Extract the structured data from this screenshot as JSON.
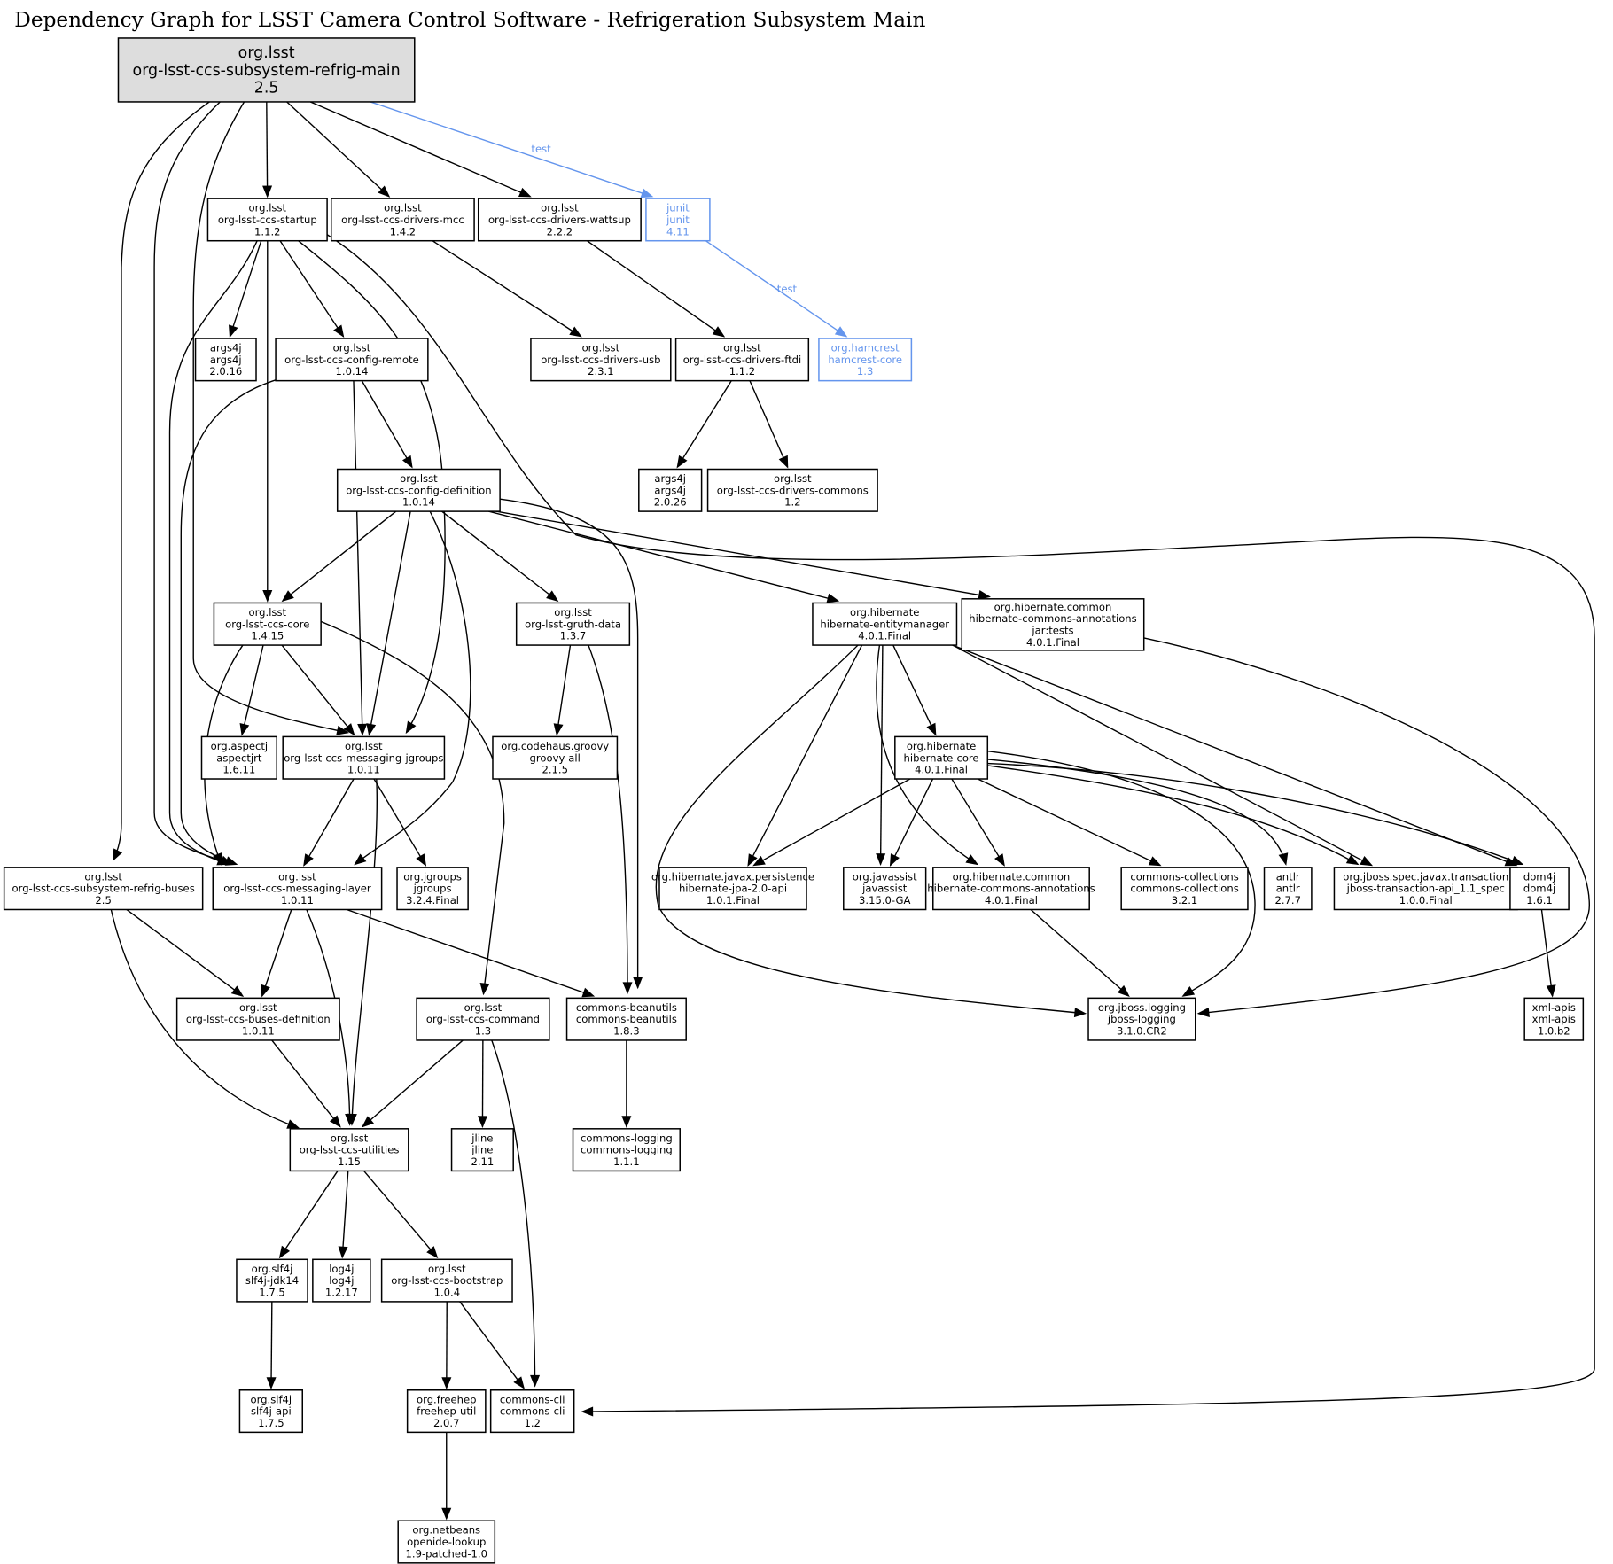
{
  "title": "Dependency Graph for LSST Camera Control Software - Refrigeration Subsystem Main",
  "colors": {
    "root_fill": "#dddddd",
    "test_scope": "#6495ed",
    "default": "#000000"
  },
  "nodes": [
    {
      "id": "root",
      "lines": [
        "org.lsst",
        "org-lsst-ccs-subsystem-refrig-main",
        "2.5"
      ],
      "root": true
    },
    {
      "id": "startup",
      "lines": [
        "org.lsst",
        "org-lsst-ccs-startup",
        "1.1.2"
      ]
    },
    {
      "id": "mcc",
      "lines": [
        "org.lsst",
        "org-lsst-ccs-drivers-mcc",
        "1.4.2"
      ]
    },
    {
      "id": "wattsup",
      "lines": [
        "org.lsst",
        "org-lsst-ccs-drivers-wattsup",
        "2.2.2"
      ]
    },
    {
      "id": "junit",
      "lines": [
        "junit",
        "junit",
        "4.11"
      ],
      "scope": "test"
    },
    {
      "id": "args4j16",
      "lines": [
        "args4j",
        "args4j",
        "2.0.16"
      ]
    },
    {
      "id": "configremote",
      "lines": [
        "org.lsst",
        "org-lsst-ccs-config-remote",
        "1.0.14"
      ]
    },
    {
      "id": "usb",
      "lines": [
        "org.lsst",
        "org-lsst-ccs-drivers-usb",
        "2.3.1"
      ]
    },
    {
      "id": "ftdi",
      "lines": [
        "org.lsst",
        "org-lsst-ccs-drivers-ftdi",
        "1.1.2"
      ]
    },
    {
      "id": "hamcrest",
      "lines": [
        "org.hamcrest",
        "hamcrest-core",
        "1.3"
      ],
      "scope": "test"
    },
    {
      "id": "configdef",
      "lines": [
        "org.lsst",
        "org-lsst-ccs-config-definition",
        "1.0.14"
      ]
    },
    {
      "id": "args4j26",
      "lines": [
        "args4j",
        "args4j",
        "2.0.26"
      ]
    },
    {
      "id": "driverscommons",
      "lines": [
        "org.lsst",
        "org-lsst-ccs-drivers-commons",
        "1.2"
      ]
    },
    {
      "id": "core",
      "lines": [
        "org.lsst",
        "org-lsst-ccs-core",
        "1.4.15"
      ]
    },
    {
      "id": "gruth",
      "lines": [
        "org.lsst",
        "org-lsst-gruth-data",
        "1.3.7"
      ]
    },
    {
      "id": "entitymanager",
      "lines": [
        "org.hibernate",
        "hibernate-entitymanager",
        "4.0.1.Final"
      ]
    },
    {
      "id": "annotationstests",
      "lines": [
        "org.hibernate.common",
        "hibernate-commons-annotations",
        "jar:tests",
        "4.0.1.Final"
      ]
    },
    {
      "id": "aspectj",
      "lines": [
        "org.aspectj",
        "aspectjrt",
        "1.6.11"
      ]
    },
    {
      "id": "jgroupsmsg",
      "lines": [
        "org.lsst",
        "org-lsst-ccs-messaging-jgroups",
        "1.0.11"
      ]
    },
    {
      "id": "groovy",
      "lines": [
        "org.codehaus.groovy",
        "groovy-all",
        "2.1.5"
      ]
    },
    {
      "id": "hibcore",
      "lines": [
        "org.hibernate",
        "hibernate-core",
        "4.0.1.Final"
      ]
    },
    {
      "id": "buses",
      "lines": [
        "org.lsst",
        "org-lsst-ccs-subsystem-refrig-buses",
        "2.5"
      ]
    },
    {
      "id": "msglayer",
      "lines": [
        "org.lsst",
        "org-lsst-ccs-messaging-layer",
        "1.0.11"
      ]
    },
    {
      "id": "jgroups",
      "lines": [
        "org.jgroups",
        "jgroups",
        "3.2.4.Final"
      ]
    },
    {
      "id": "jpa",
      "lines": [
        "org.hibernate.javax.persistence",
        "hibernate-jpa-2.0-api",
        "1.0.1.Final"
      ]
    },
    {
      "id": "javassist",
      "lines": [
        "org.javassist",
        "javassist",
        "3.15.0-GA"
      ]
    },
    {
      "id": "annotations",
      "lines": [
        "org.hibernate.common",
        "hibernate-commons-annotations",
        "4.0.1.Final"
      ]
    },
    {
      "id": "collections",
      "lines": [
        "commons-collections",
        "commons-collections",
        "3.2.1"
      ]
    },
    {
      "id": "antlr",
      "lines": [
        "antlr",
        "antlr",
        "2.7.7"
      ]
    },
    {
      "id": "jta",
      "lines": [
        "org.jboss.spec.javax.transaction",
        "jboss-transaction-api_1.1_spec",
        "1.0.0.Final"
      ]
    },
    {
      "id": "dom4j",
      "lines": [
        "dom4j",
        "dom4j",
        "1.6.1"
      ]
    },
    {
      "id": "busesdef",
      "lines": [
        "org.lsst",
        "org-lsst-ccs-buses-definition",
        "1.0.11"
      ]
    },
    {
      "id": "command",
      "lines": [
        "org.lsst",
        "org-lsst-ccs-command",
        "1.3"
      ]
    },
    {
      "id": "beanutils",
      "lines": [
        "commons-beanutils",
        "commons-beanutils",
        "1.8.3"
      ]
    },
    {
      "id": "jbosslogging",
      "lines": [
        "org.jboss.logging",
        "jboss-logging",
        "3.1.0.CR2"
      ]
    },
    {
      "id": "xmlapis",
      "lines": [
        "xml-apis",
        "xml-apis",
        "1.0.b2"
      ]
    },
    {
      "id": "utilities",
      "lines": [
        "org.lsst",
        "org-lsst-ccs-utilities",
        "1.15"
      ]
    },
    {
      "id": "jline",
      "lines": [
        "jline",
        "jline",
        "2.11"
      ]
    },
    {
      "id": "commonslogging",
      "lines": [
        "commons-logging",
        "commons-logging",
        "1.1.1"
      ]
    },
    {
      "id": "slf4jjdk",
      "lines": [
        "org.slf4j",
        "slf4j-jdk14",
        "1.7.5"
      ]
    },
    {
      "id": "log4j",
      "lines": [
        "log4j",
        "log4j",
        "1.2.17"
      ]
    },
    {
      "id": "bootstrap",
      "lines": [
        "org.lsst",
        "org-lsst-ccs-bootstrap",
        "1.0.4"
      ]
    },
    {
      "id": "slf4japi",
      "lines": [
        "org.slf4j",
        "slf4j-api",
        "1.7.5"
      ]
    },
    {
      "id": "freehep",
      "lines": [
        "org.freehep",
        "freehep-util",
        "2.0.7"
      ]
    },
    {
      "id": "commonscli",
      "lines": [
        "commons-cli",
        "commons-cli",
        "1.2"
      ]
    },
    {
      "id": "netbeans",
      "lines": [
        "org.netbeans",
        "openide-lookup",
        "1.9-patched-1.0"
      ]
    }
  ],
  "edges": [
    {
      "from": "root",
      "to": "startup"
    },
    {
      "from": "root",
      "to": "mcc"
    },
    {
      "from": "root",
      "to": "wattsup"
    },
    {
      "from": "root",
      "to": "junit",
      "scope": "test",
      "label": "test"
    },
    {
      "from": "root",
      "to": "buses"
    },
    {
      "from": "root",
      "to": "msglayer"
    },
    {
      "from": "root",
      "to": "jgroupsmsg"
    },
    {
      "from": "junit",
      "to": "hamcrest",
      "scope": "test",
      "label": "test"
    },
    {
      "from": "startup",
      "to": "args4j16"
    },
    {
      "from": "startup",
      "to": "configremote"
    },
    {
      "from": "startup",
      "to": "core"
    },
    {
      "from": "startup",
      "to": "msglayer"
    },
    {
      "from": "startup",
      "to": "jgroupsmsg"
    },
    {
      "from": "startup",
      "to": "commonscli"
    },
    {
      "from": "mcc",
      "to": "usb"
    },
    {
      "from": "wattsup",
      "to": "ftdi"
    },
    {
      "from": "ftdi",
      "to": "args4j26"
    },
    {
      "from": "ftdi",
      "to": "driverscommons"
    },
    {
      "from": "configremote",
      "to": "configdef"
    },
    {
      "from": "configremote",
      "to": "jgroupsmsg"
    },
    {
      "from": "configremote",
      "to": "msglayer"
    },
    {
      "from": "configdef",
      "to": "core"
    },
    {
      "from": "configdef",
      "to": "jgroupsmsg"
    },
    {
      "from": "configdef",
      "to": "msglayer"
    },
    {
      "from": "configdef",
      "to": "gruth"
    },
    {
      "from": "configdef",
      "to": "beanutils"
    },
    {
      "from": "configdef",
      "to": "entitymanager"
    },
    {
      "from": "configdef",
      "to": "annotationstests"
    },
    {
      "from": "core",
      "to": "aspectj"
    },
    {
      "from": "core",
      "to": "jgroupsmsg"
    },
    {
      "from": "core",
      "to": "msglayer"
    },
    {
      "from": "core",
      "to": "command"
    },
    {
      "from": "gruth",
      "to": "groovy"
    },
    {
      "from": "gruth",
      "to": "beanutils"
    },
    {
      "from": "jgroupsmsg",
      "to": "msglayer"
    },
    {
      "from": "jgroupsmsg",
      "to": "jgroups"
    },
    {
      "from": "jgroupsmsg",
      "to": "utilities"
    },
    {
      "from": "entitymanager",
      "to": "hibcore"
    },
    {
      "from": "entitymanager",
      "to": "jpa"
    },
    {
      "from": "entitymanager",
      "to": "javassist"
    },
    {
      "from": "entitymanager",
      "to": "annotations"
    },
    {
      "from": "entitymanager",
      "to": "jta"
    },
    {
      "from": "entitymanager",
      "to": "dom4j"
    },
    {
      "from": "entitymanager",
      "to": "jbosslogging"
    },
    {
      "from": "annotationstests",
      "to": "jbosslogging"
    },
    {
      "from": "hibcore",
      "to": "jpa"
    },
    {
      "from": "hibcore",
      "to": "javassist"
    },
    {
      "from": "hibcore",
      "to": "annotations"
    },
    {
      "from": "hibcore",
      "to": "collections"
    },
    {
      "from": "hibcore",
      "to": "antlr"
    },
    {
      "from": "hibcore",
      "to": "jta"
    },
    {
      "from": "hibcore",
      "to": "dom4j"
    },
    {
      "from": "hibcore",
      "to": "jbosslogging"
    },
    {
      "from": "annotations",
      "to": "jbosslogging"
    },
    {
      "from": "dom4j",
      "to": "xmlapis"
    },
    {
      "from": "buses",
      "to": "busesdef"
    },
    {
      "from": "buses",
      "to": "utilities"
    },
    {
      "from": "msglayer",
      "to": "busesdef"
    },
    {
      "from": "msglayer",
      "to": "utilities"
    },
    {
      "from": "msglayer",
      "to": "beanutils"
    },
    {
      "from": "busesdef",
      "to": "utilities"
    },
    {
      "from": "command",
      "to": "utilities"
    },
    {
      "from": "command",
      "to": "jline"
    },
    {
      "from": "command",
      "to": "commonscli"
    },
    {
      "from": "beanutils",
      "to": "commonslogging"
    },
    {
      "from": "utilities",
      "to": "slf4jjdk"
    },
    {
      "from": "utilities",
      "to": "log4j"
    },
    {
      "from": "utilities",
      "to": "bootstrap"
    },
    {
      "from": "slf4jjdk",
      "to": "slf4japi"
    },
    {
      "from": "bootstrap",
      "to": "freehep"
    },
    {
      "from": "bootstrap",
      "to": "commonscli"
    },
    {
      "from": "freehep",
      "to": "netbeans"
    }
  ]
}
